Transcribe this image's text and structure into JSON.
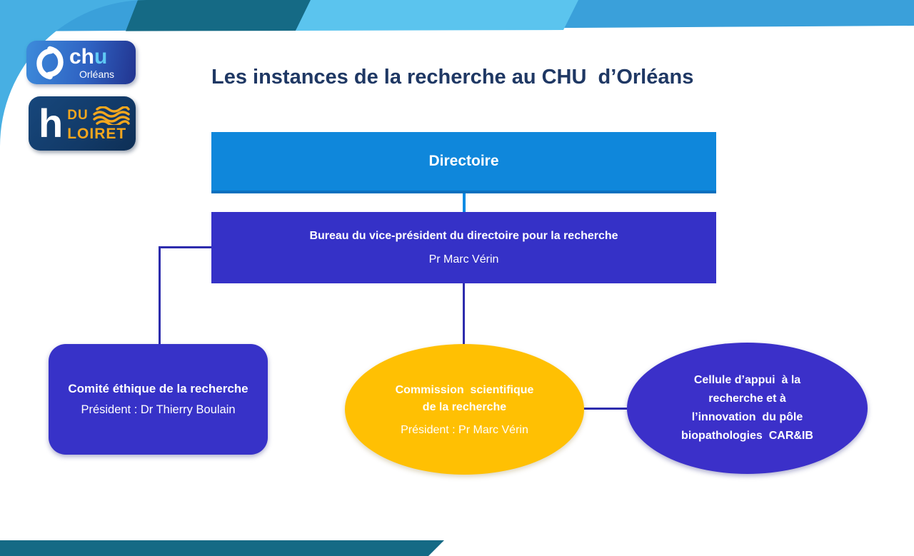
{
  "page_title": "Les instances de la recherche au CHU  d’Orléans",
  "logos": {
    "chu": {
      "word_ch": "ch",
      "word_u": "u",
      "city": "Orléans"
    },
    "loiret": {
      "h": "h",
      "du": "DU",
      "name": "LOIRET"
    }
  },
  "icons": {
    "chu_monogram": "chu-monogram-icon",
    "loiret_waves": "waves-icon"
  },
  "colors": {
    "header_teal": "#156a85",
    "header_sky": "#5bc4ee",
    "header_blue": "#3aa0da",
    "corner_blob": "#47afe3",
    "title_navy": "#1f3864",
    "directoire_blue": "#0f87db",
    "indigo": "#3531c7",
    "gold": "#ffc003",
    "connector": "#2d2cad",
    "footer_teal": "#156a85",
    "logo_orange": "#f4a71e"
  },
  "diagram": {
    "directoire": {
      "label": "Directoire"
    },
    "bureau": {
      "title": "Bureau du vice-président du directoire pour la recherche",
      "president": "Pr Marc Vérin"
    },
    "comite": {
      "title": "Comité éthique de la recherche",
      "president": "Président : Dr Thierry Boulain"
    },
    "commission": {
      "title_line1": "Commission  scientifique",
      "title_line2": "de la recherche",
      "president": "Président : Pr Marc Vérin"
    },
    "cellule": {
      "lines": [
        "Cellule d’appui  à la",
        "recherche et à",
        "l’innovation  du pôle",
        "biopathologies  CAR&IB"
      ]
    }
  }
}
